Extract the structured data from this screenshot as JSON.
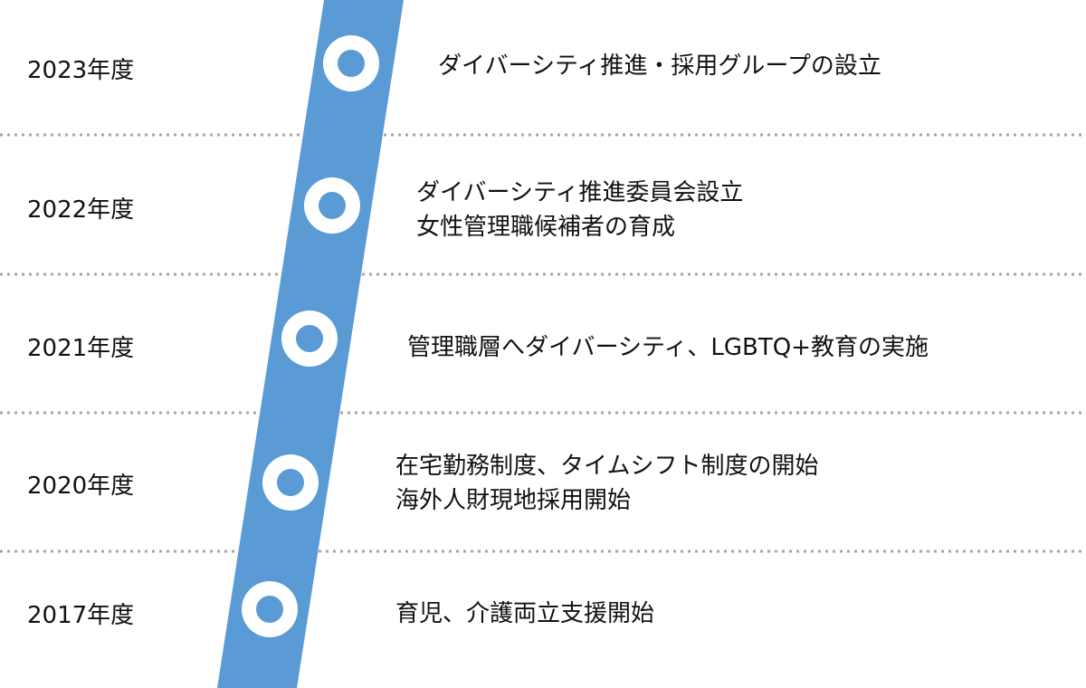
{
  "colors": {
    "band": "#5b9bd5",
    "marker_ring": "#ffffff",
    "marker_dot": "#5b9bd5",
    "divider": "#a6a6a6",
    "text": "#111111"
  },
  "timeline": {
    "entries": [
      {
        "year": "2023年度",
        "events": [
          "ダイバーシティ推進・採用グループの設立"
        ]
      },
      {
        "year": "2022年度",
        "events": [
          "ダイバーシティ推進委員会設立",
          "女性管理職候補者の育成"
        ]
      },
      {
        "year": "2021年度",
        "events": [
          "管理職層へダイバーシティ、LGBTQ+教育の実施"
        ]
      },
      {
        "year": "2020年度",
        "events": [
          "在宅勤務制度、タイムシフト制度の開始",
          "海外人財現地採用開始"
        ]
      },
      {
        "year": "2017年度",
        "events": [
          "育児、介護両立支援開始"
        ]
      }
    ]
  }
}
